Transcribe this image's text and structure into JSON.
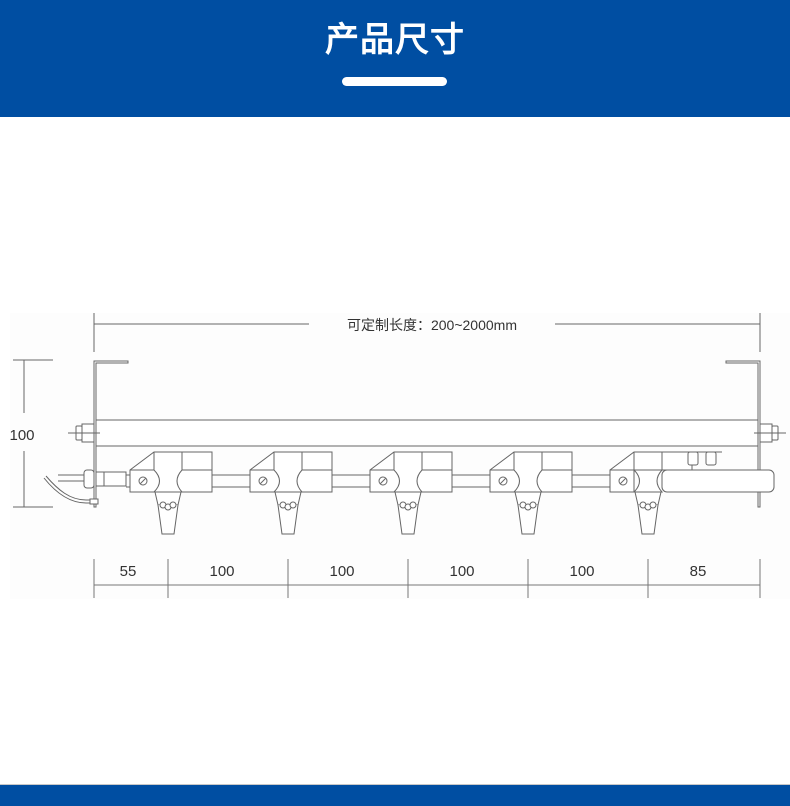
{
  "header": {
    "title": "产品尺寸",
    "background_color": "#004ea2",
    "text_color": "#ffffff"
  },
  "drawing": {
    "length_label": "可定制长度：200~2000mm",
    "height_label": "100",
    "spacing_labels": [
      "55",
      "100",
      "100",
      "100",
      "100",
      "85"
    ],
    "nozzle_count": 5,
    "line_color": "#555555"
  },
  "footer": {
    "background_color": "#004ea2"
  }
}
